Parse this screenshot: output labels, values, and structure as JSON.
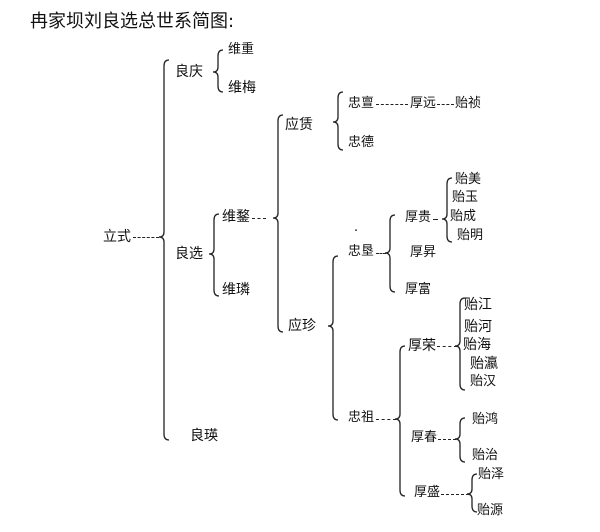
{
  "title": "冉家坝刘良选总世系简图:",
  "root": "立式",
  "gen2": [
    "良庆",
    "良选",
    "良瑛"
  ],
  "liangqing_children": [
    "维重",
    "维梅"
  ],
  "liangxuan_children": [
    "维鍪",
    "维璘"
  ],
  "weimou_children": [
    "应赁",
    "应珍"
  ],
  "yinglin_children": [
    "忠亶",
    "忠德"
  ],
  "zhongdan_line": [
    "厚远",
    "贻祯"
  ],
  "yingzhen_children": [
    "忠垦",
    "忠祖"
  ],
  "zhongken_children": [
    "厚贵",
    "厚昇",
    "厚富"
  ],
  "hougui_children": [
    "贻美",
    "贻玉",
    "贻成",
    "贻明"
  ],
  "zhongzu_children": [
    "厚荣",
    "厚春",
    "厚盛"
  ],
  "hourong_children": [
    "贻江",
    "贻河",
    "贻海",
    "贻瀛",
    "贻汉"
  ],
  "houchun_children": [
    "贻鸿",
    "贻治"
  ],
  "housheng_children": [
    "贻泽",
    "贻源"
  ]
}
